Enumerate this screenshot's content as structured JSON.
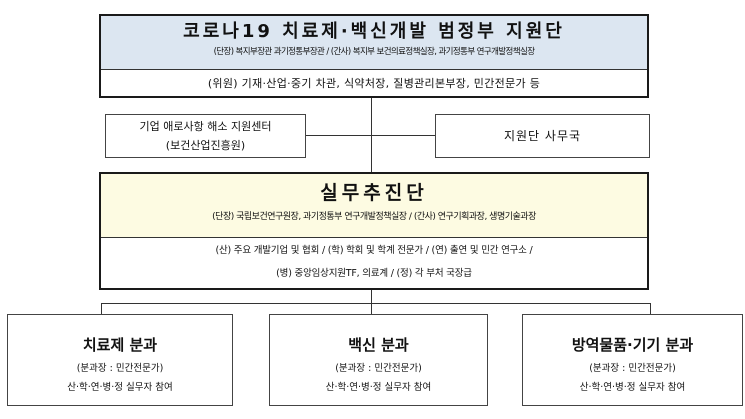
{
  "top_body": {
    "title": "코로나19 치료제·백신개발 범정부 지원단",
    "leadership": "(단장) 복지부장관 과기정통부장관 / (간사) 복지부 보건의료정책실장, 과기정통부 연구개발정책실장",
    "members": "(위원) 기재·산업·중기 차관, 식약처장, 질병관리본부장, 민간전문가 등",
    "header_color": "#dce6f1"
  },
  "support_units": {
    "left": {
      "line1": "기업 애로사항 해소 지원센터",
      "line2": "(보건산업진흥원)"
    },
    "right": {
      "label": "지원단 사무국"
    }
  },
  "working_group": {
    "title": "실무추진단",
    "leadership": "(단장) 국립보건연구원장, 과기정통부 연구개발정책실장 / (간사) 연구기획과장, 생명기술과장",
    "members_line1": "(산) 주요 개발기업 및 협회 / (학) 학회 및 학계 전문가 / (연) 출연 및 민간 연구소 /",
    "members_line2": "(병) 중앙임상지원TF, 의료계 / (정) 각 부처 국장급",
    "header_color": "#fdfbe2"
  },
  "divisions": [
    {
      "title": "치료제 분과",
      "chair": "(분과장 : 민간전문가)",
      "participants": "산·학·연·병·정 실무자 참여"
    },
    {
      "title": "백신 분과",
      "chair": "(분과장 : 민간전문가)",
      "participants": "산·학·연·병·정 실무자 참여"
    },
    {
      "title": "방역물품·기기 분과",
      "chair": "(분과장 : 민간전문가)",
      "participants": "산·학·연·병·정 실무자 참여"
    }
  ]
}
